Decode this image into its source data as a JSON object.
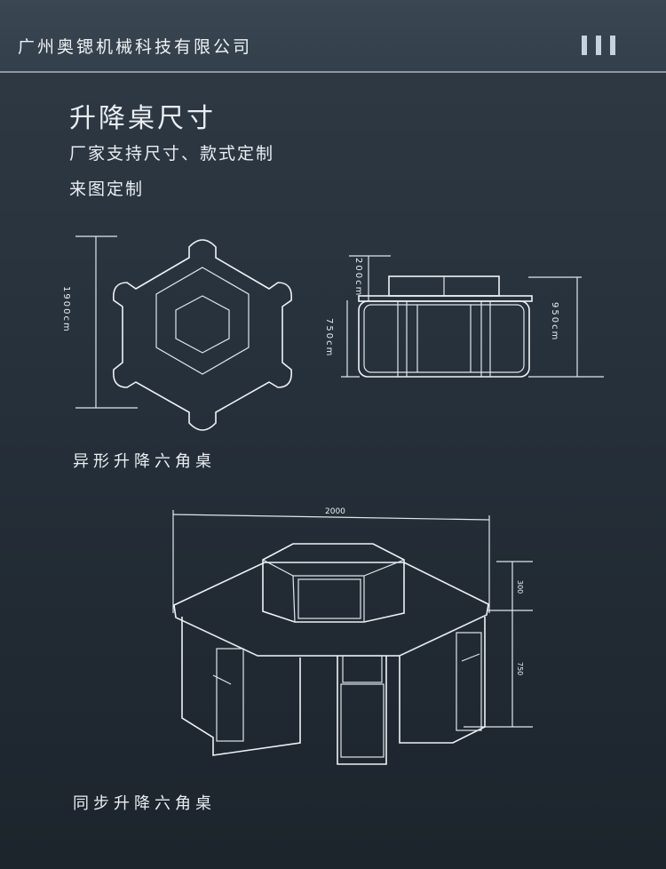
{
  "header": {
    "company": "广州奥锶机械科技有限公司",
    "bars_icon": "three-vertical-bars"
  },
  "title": "升降桌尺寸",
  "subtitle1": "厂家支持尺寸、款式定制",
  "subtitle2": "来图定制",
  "diagram1": {
    "caption": "异形升降六角桌",
    "dim_height": "1900cm",
    "dim_top": "200cm",
    "dim_body": "750cm",
    "dim_total": "950cm"
  },
  "diagram2": {
    "caption": "同步升降六角桌",
    "dim_width": "2000",
    "dim_upper": "300",
    "dim_lower": "750"
  },
  "colors": {
    "background": "#26303a",
    "line": "#dfe6ec",
    "header_border": "#8d98a3"
  }
}
